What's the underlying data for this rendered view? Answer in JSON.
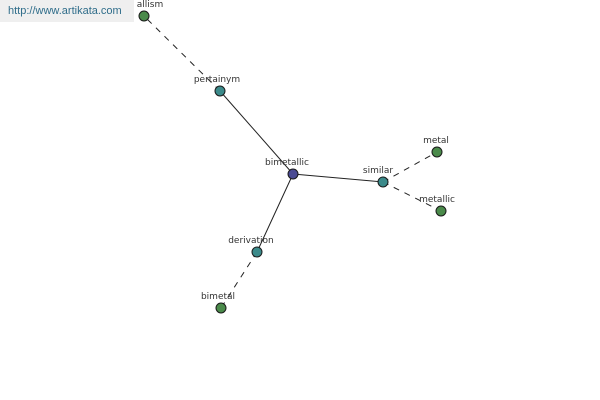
{
  "watermark": {
    "text": "http://www.artikata.com"
  },
  "graph": {
    "colors": {
      "center": "#4a4a93",
      "relation": "#3b8a8a",
      "word": "#4a8a4a",
      "edge": "#222222"
    },
    "nodes": [
      {
        "id": "bimetallic",
        "label": "bimetallic",
        "kind": "center"
      },
      {
        "id": "pertainym",
        "label": "pertainym",
        "kind": "relation"
      },
      {
        "id": "similar",
        "label": "similar",
        "kind": "relation"
      },
      {
        "id": "derivation",
        "label": "derivation",
        "kind": "relation"
      },
      {
        "id": "allism",
        "label": "allism",
        "kind": "word"
      },
      {
        "id": "metal",
        "label": "metal",
        "kind": "word"
      },
      {
        "id": "metallic",
        "label": "metallic",
        "kind": "word"
      },
      {
        "id": "bimetal",
        "label": "bimetal",
        "kind": "word"
      }
    ],
    "edges": [
      {
        "from": "bimetallic",
        "to": "pertainym",
        "style": "solid"
      },
      {
        "from": "bimetallic",
        "to": "similar",
        "style": "solid"
      },
      {
        "from": "bimetallic",
        "to": "derivation",
        "style": "solid"
      },
      {
        "from": "pertainym",
        "to": "allism",
        "style": "dashed"
      },
      {
        "from": "similar",
        "to": "metal",
        "style": "dashed"
      },
      {
        "from": "similar",
        "to": "metallic",
        "style": "dashed"
      },
      {
        "from": "derivation",
        "to": "bimetal",
        "style": "dashed"
      }
    ]
  }
}
